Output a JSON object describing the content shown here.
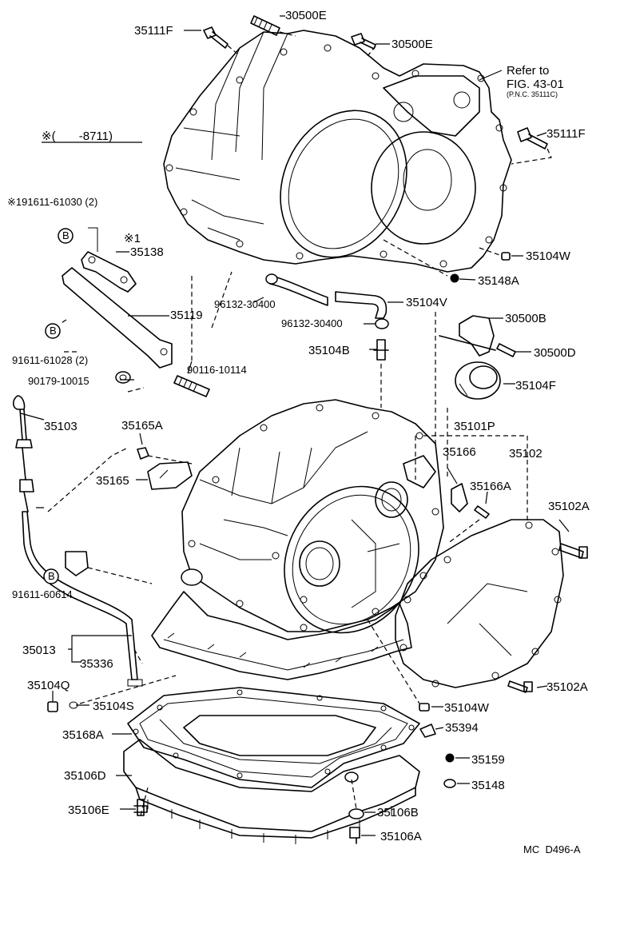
{
  "labels": {
    "p_35111F_top": "35111F",
    "p_30500E_1": "30500E",
    "p_30500E_2": "30500E",
    "refer_1": "Refer to",
    "refer_2": "FIG. 43-01",
    "refer_3": "(P.N.C. 35111C)",
    "p_35111F_right": "35111F",
    "note_header": "※(       -8711)",
    "p_91611_61030": "※191611-61030 (2)",
    "b_mark_1": "B",
    "note_1": "※1",
    "p_35138": "35138",
    "p_35104W_top": "35104W",
    "p_35148A": "35148A",
    "p_96132_30400_a": "96132-30400",
    "p_35104V": "35104V",
    "p_35119": "35119",
    "p_96132_30400_b": "96132-30400",
    "p_30500B": "30500B",
    "b_mark_2": "B",
    "p_35104B": "35104B",
    "p_30500D": "30500D",
    "p_91611_61028": "91611-61028 (2)",
    "p_90116_10114": "90116-10114",
    "p_90179_10015": "90179-10015",
    "p_35104F": "35104F",
    "p_35103": "35103",
    "p_35165A": "35165A",
    "p_35101P": "35101P",
    "p_35166": "35166",
    "p_35102": "35102",
    "p_35165": "35165",
    "p_35166A": "35166A",
    "p_35102A_top": "35102A",
    "b_mark_3": "B",
    "p_91611_60614": "91611-60614",
    "p_35013": "35013",
    "p_35336": "35336",
    "p_35104Q": "35104Q",
    "p_35104S": "35104S",
    "p_35102A_bot": "35102A",
    "p_35104W_bot": "35104W",
    "p_35394": "35394",
    "p_35168A": "35168A",
    "p_35159": "35159",
    "p_35106D": "35106D",
    "p_35148": "35148",
    "p_35106E": "35106E",
    "p_35106B": "35106B",
    "p_35106A": "35106A",
    "footer_code": "MC  D496-A"
  }
}
